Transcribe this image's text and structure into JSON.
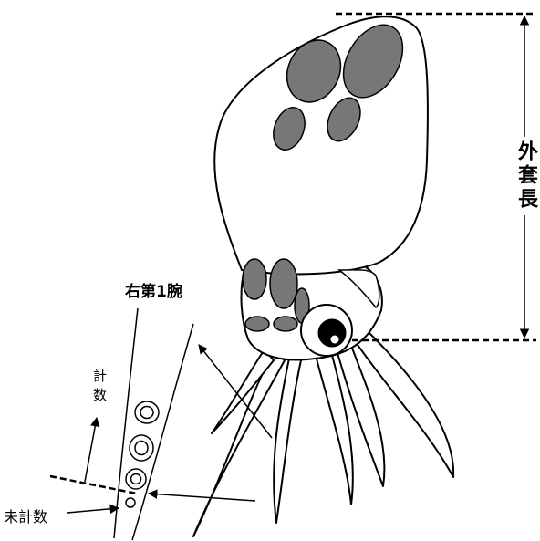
{
  "labels": {
    "mantle_length": "外套長",
    "right_arm_1": "右第1腕",
    "counted": "計数",
    "not_counted": "未計数"
  },
  "colors": {
    "outline": "#000000",
    "body_fill": "#ffffff",
    "chromatophore": "#777777"
  }
}
